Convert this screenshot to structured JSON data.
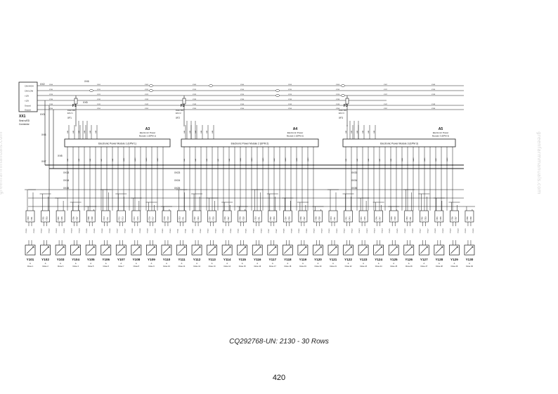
{
  "connector": {
    "id": "XX1",
    "desc": [
      "Seat w/ED",
      "Connector"
    ],
    "pins": [
      "CAN HIGH",
      "CAN LOW",
      "+12V",
      "+12V",
      "Ground",
      "Ground"
    ],
    "sub_labels": [
      "XX2",
      "XX3",
      "XX4",
      "XX5",
      "XX6",
      "XX7",
      "XX8"
    ]
  },
  "fuses": [
    {
      "id": "F1",
      "label": "XF1",
      "desc": [
        "Fuse 30A",
        "ECU 1"
      ]
    },
    {
      "id": "F2",
      "label": "XF2",
      "desc": [
        "Fuse 30A",
        "ECU 2"
      ]
    },
    {
      "id": "F3",
      "label": "XF3",
      "desc": [
        "Fuse 30A",
        "ECU 3"
      ]
    }
  ],
  "modules": [
    {
      "ref": "A3",
      "title": [
        "Electronic Power",
        "Module 1 (EPM 1)"
      ],
      "bar": "Electronic Power Module 1 (EPM 1)",
      "connectors": [
        "XX13",
        "XX14",
        "XX15"
      ]
    },
    {
      "ref": "A4",
      "title": [
        "Electronic Power",
        "Module 2 (EPM 2)"
      ],
      "bar": "Electronic Power Module 2 (EPM 2)",
      "connectors": [
        "XX23",
        "XX24",
        "XX25"
      ]
    },
    {
      "ref": "A5",
      "title": [
        "Electronic Power",
        "Module 3 (EPM 3)"
      ],
      "bar": "Electronic Power Module 3 (EPM 3)",
      "connectors": [
        "XX33",
        "XX34",
        "XX35"
      ]
    }
  ],
  "valves": [
    {
      "id": "Y101",
      "sub": [
        "A",
        "Close 1"
      ]
    },
    {
      "id": "Y102",
      "sub": [
        "A",
        "Close 2"
      ]
    },
    {
      "id": "Y103",
      "sub": [
        "A",
        "Close 3"
      ]
    },
    {
      "id": "Y104",
      "sub": [
        "A",
        "Close 4"
      ]
    },
    {
      "id": "Y105",
      "sub": [
        "A",
        "Close 5"
      ]
    },
    {
      "id": "Y106",
      "sub": [
        "A",
        "Close 6"
      ]
    },
    {
      "id": "Y107",
      "sub": [
        "A",
        "Close 7"
      ]
    },
    {
      "id": "Y108",
      "sub": [
        "A",
        "Close 8"
      ]
    },
    {
      "id": "Y109",
      "sub": [
        "A",
        "Close 9"
      ]
    },
    {
      "id": "Y110",
      "sub": [
        "A",
        "Close 10"
      ]
    },
    {
      "id": "Y111",
      "sub": [
        "A",
        "Close 11"
      ]
    },
    {
      "id": "Y112",
      "sub": [
        "A",
        "Close 12"
      ]
    },
    {
      "id": "Y113",
      "sub": [
        "A",
        "Close 13"
      ]
    },
    {
      "id": "Y114",
      "sub": [
        "A",
        "Close 14"
      ]
    },
    {
      "id": "Y115",
      "sub": [
        "A",
        "Close 15"
      ]
    },
    {
      "id": "Y116",
      "sub": [
        "A",
        "Close 16"
      ]
    },
    {
      "id": "Y117",
      "sub": [
        "A",
        "Close 17"
      ]
    },
    {
      "id": "Y118",
      "sub": [
        "A",
        "Close 18"
      ]
    },
    {
      "id": "Y119",
      "sub": [
        "A",
        "Close 19"
      ]
    },
    {
      "id": "Y120",
      "sub": [
        "A",
        "Close 20"
      ]
    },
    {
      "id": "Y121",
      "sub": [
        "A",
        "Close 21"
      ]
    },
    {
      "id": "Y122",
      "sub": [
        "A",
        "Close 22"
      ]
    },
    {
      "id": "Y123",
      "sub": [
        "A",
        "Close 23"
      ]
    },
    {
      "id": "Y124",
      "sub": [
        "A",
        "Close 24"
      ]
    },
    {
      "id": "Y125",
      "sub": [
        "A",
        "Close 25"
      ]
    },
    {
      "id": "Y126",
      "sub": [
        "A",
        "Close 26"
      ]
    },
    {
      "id": "Y127",
      "sub": [
        "A",
        "Close 27"
      ]
    },
    {
      "id": "Y128",
      "sub": [
        "A",
        "Close 28"
      ]
    },
    {
      "id": "Y129",
      "sub": [
        "A",
        "Close 29"
      ]
    },
    {
      "id": "Y130",
      "sub": [
        "A",
        "Close 30"
      ]
    }
  ],
  "caption": "CQ292768-UN: 2130 - 30 Rows",
  "page_number": "420",
  "watermark": "greenfarmmanuals.com",
  "colors": {
    "line": "#1a1a1a",
    "text": "#111111",
    "watermark": "#d4d4d4"
  }
}
